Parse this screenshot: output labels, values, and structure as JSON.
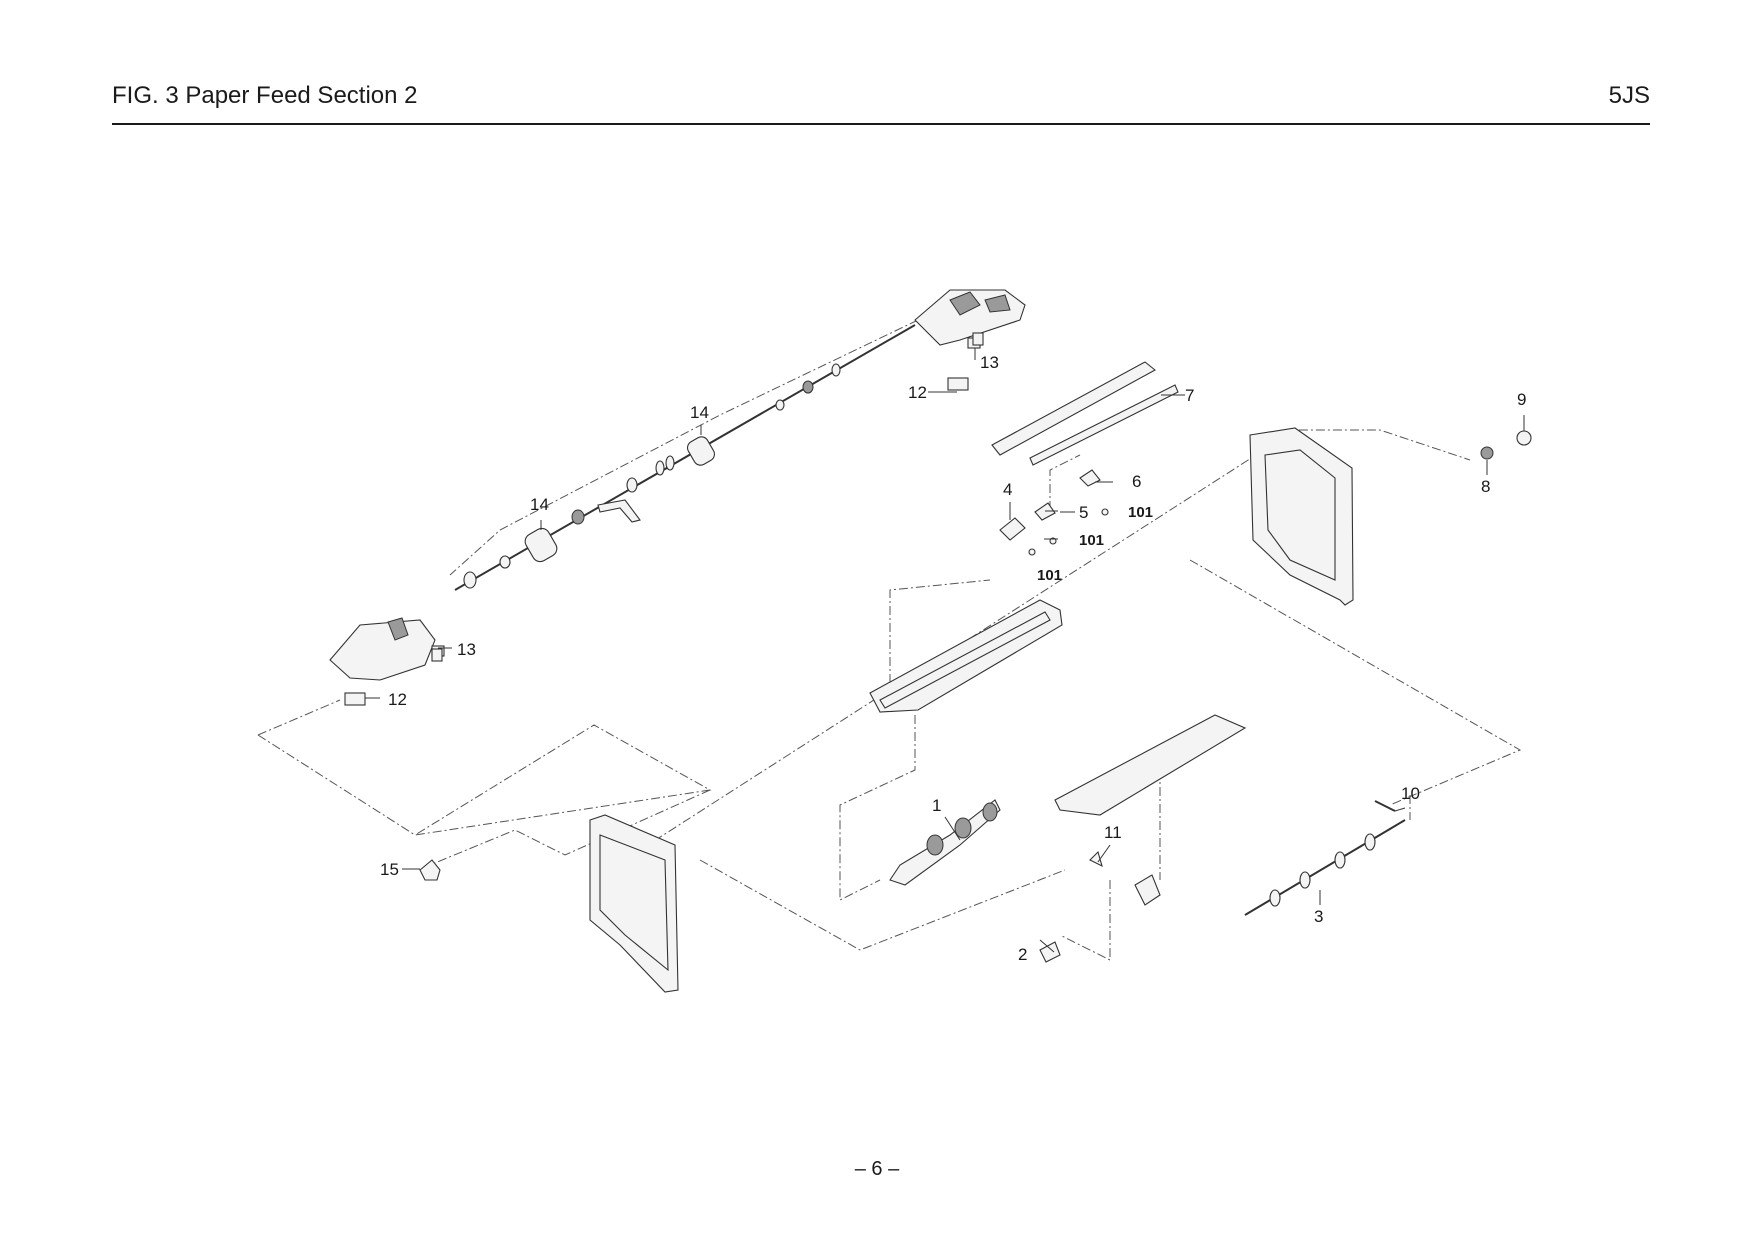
{
  "header": {
    "title": "FIG.  3  Paper Feed Section 2",
    "code": "5JS"
  },
  "footer": {
    "page": "– 6 –"
  },
  "callouts": {
    "c1": "1",
    "c2": "2",
    "c3": "3",
    "c4": "4",
    "c5": "5",
    "c6": "6",
    "c7": "7",
    "c8": "8",
    "c9": "9",
    "c10": "10",
    "c11": "11",
    "c12a": "12",
    "c12b": "12",
    "c13a": "13",
    "c13b": "13",
    "c14a": "14",
    "c14b": "14",
    "c15": "15",
    "c101a": "101",
    "c101b": "101",
    "c101c": "101"
  }
}
